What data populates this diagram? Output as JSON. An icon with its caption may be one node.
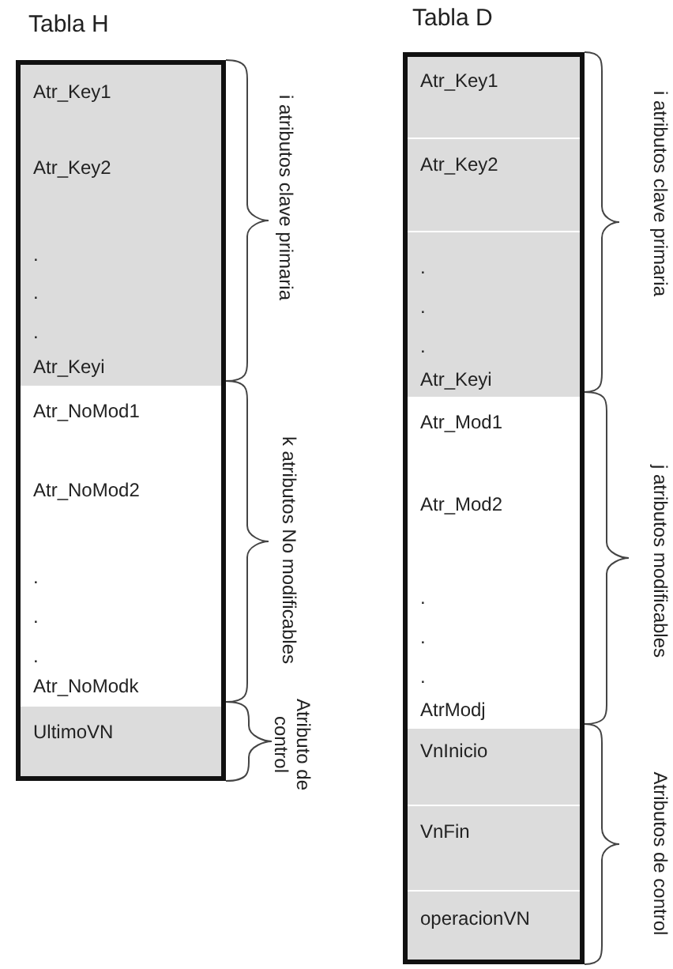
{
  "diagram": {
    "nodes": [
      {
        "text": [
          "Tabla H"
        ]
      },
      {
        "text": [
          "Atr_Key1",
          "Atr_Key2",
          ".",
          ".",
          ".",
          "Atr_Keyi"
        ],
        "in": 0,
        "beside": [
          "i atributos clave primaria"
        ]
      },
      {
        "text": [
          "Atr_NoMod1",
          "Atr_NoMod2",
          ".",
          ".",
          ".",
          "Atr_NoModk"
        ],
        "in": 0,
        "beside": [
          "k atributos No modificables"
        ]
      },
      {
        "text": [
          "UltimoVN"
        ],
        "in": 0,
        "beside": [
          "Atributo de control"
        ]
      },
      {
        "text": [
          "Tabla D"
        ]
      },
      {
        "text": [
          "Atr_Key1",
          "Atr_Key2",
          ".",
          ".",
          ".",
          "Atr_Keyi"
        ],
        "in": 4,
        "beside": [
          "i atributos clave primaria"
        ]
      },
      {
        "text": [
          "Atr_Mod1",
          "Atr_Mod2",
          ".",
          ".",
          ".",
          "AtrModj"
        ],
        "in": 4,
        "beside": [
          "j atributos modificables"
        ]
      },
      {
        "text": [
          "VnInicio",
          "VnFin",
          "operacionVN"
        ],
        "in": 4,
        "beside": [
          "Atributos de control"
        ]
      }
    ]
  }
}
